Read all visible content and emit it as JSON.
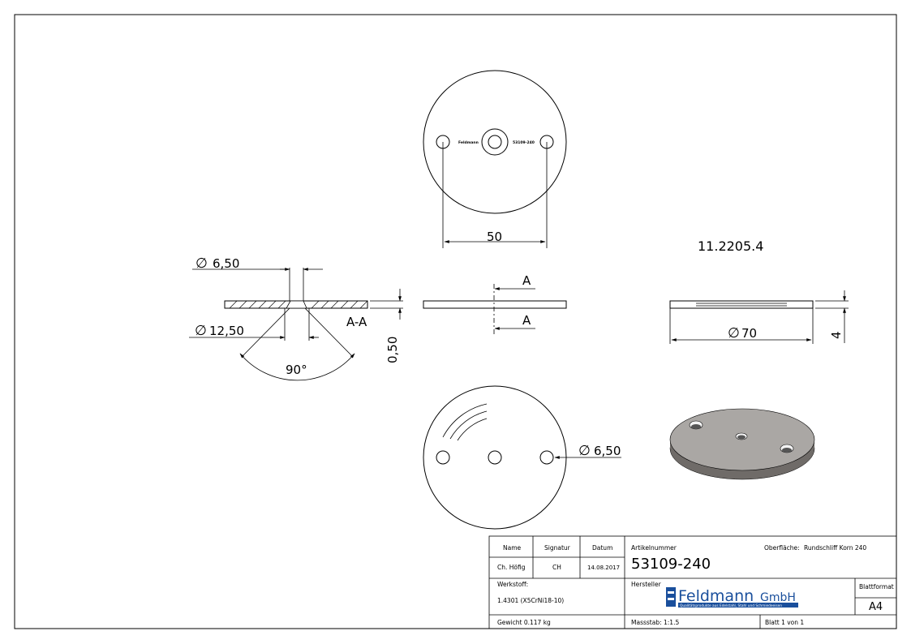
{
  "drawing": {
    "part_code": "11.2205.4",
    "engraving_brand": "Feldmann",
    "engraving_number": "53109-240",
    "dim_hole_spacing": "50",
    "dim_hole_dia_section": "6,50",
    "dim_countersink_dia": "12,50",
    "dim_countersink_angle": "90°",
    "dim_depth": "0,50",
    "section_label": "A-A",
    "section_marker_top": "A",
    "section_marker_bottom": "A",
    "dim_outer_dia": "70",
    "dim_thickness": "4",
    "dim_hole_dia_back": "6,50"
  },
  "title_block": {
    "name_label": "Name",
    "signature_label": "Signatur",
    "date_label": "Datum",
    "name_value": "Ch. Höfig",
    "signature_value": "CH",
    "date_value": "14.08.2017",
    "article_label": "Artikelnummer",
    "article_value": "53109-240",
    "surface_label": "Oberfläche:",
    "surface_value": "Rundschliff Korn 240",
    "material_label": "Werkstoff:",
    "material_value": "1.4301 (X5CrNi18-10)",
    "manufacturer_label": "Hersteller",
    "logo_text": "Feldmann",
    "logo_suffix": "GmbH",
    "logo_tagline": "Qualitätsprodukte aus Edelstahl, Stahl und Schmiedeeisen",
    "format_label": "Blattformat",
    "format_value": "A4",
    "weight": "Gewicht 0.117 kg",
    "scale": "Massstab: 1:1.5",
    "sheet": "Blatt 1 von 1"
  }
}
